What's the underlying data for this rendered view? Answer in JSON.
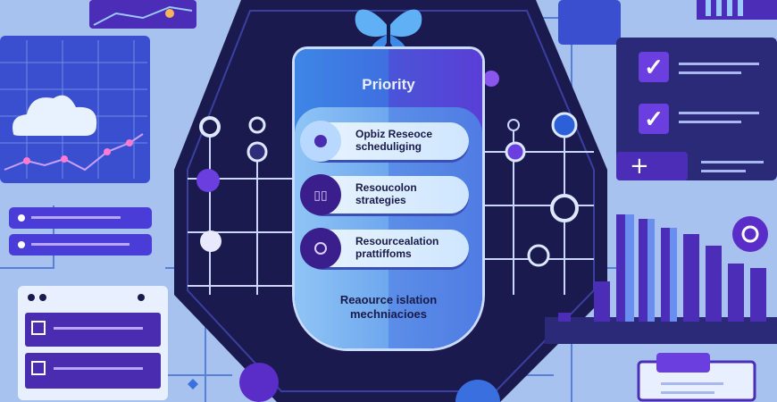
{
  "shield": {
    "title": "Priority",
    "items": [
      {
        "label_line1": "Opbiz Reseoce",
        "label_line2": "scheduliging",
        "icon": "dot-icon"
      },
      {
        "label_line1": "Resoucolon",
        "label_line2": "strategies",
        "icon": "columns-icon"
      },
      {
        "label_line1": "Resourcealation",
        "label_line2": "prattiffoms",
        "icon": "ring-icon"
      }
    ],
    "footer_line1": "Reaource islation",
    "footer_line2": "mechniacioes"
  },
  "colors": {
    "navy": "#1b1a4f",
    "purple": "#5a3ed6",
    "blue": "#3f7be0",
    "background": "#a8c2ef"
  }
}
